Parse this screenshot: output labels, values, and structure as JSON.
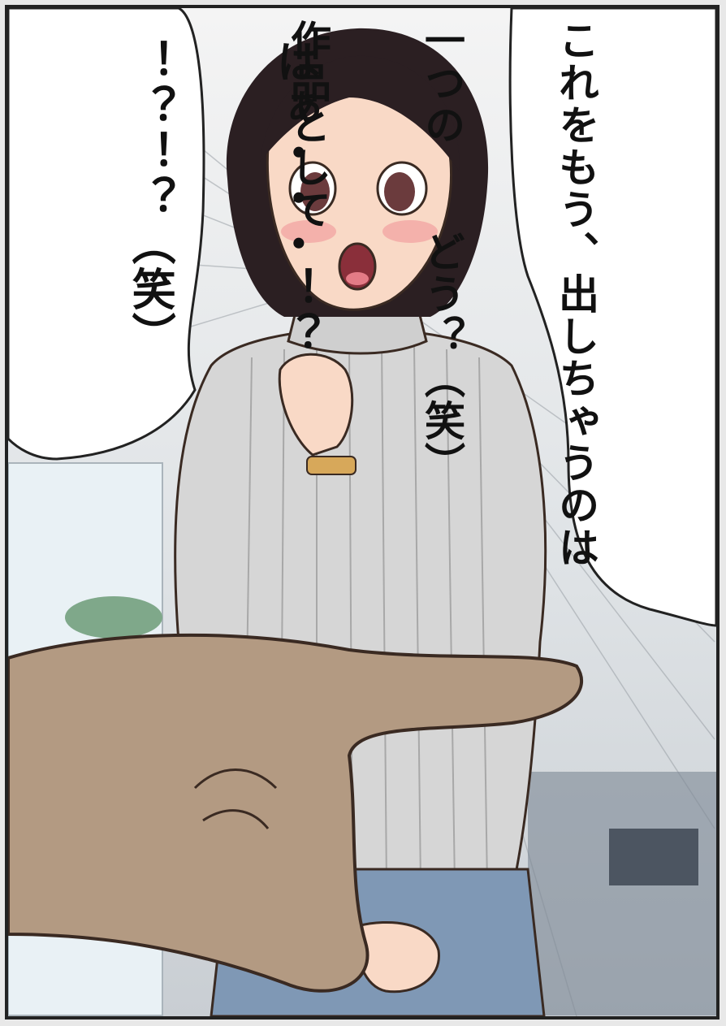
{
  "panel": {
    "speech_right": {
      "columns": [
        "これをもう、出しちゃうのは",
        "一つの　　どう？（笑）",
        "作品として"
      ]
    },
    "speech_left": {
      "columns": [
        "はぁ・・・！？",
        "！？！？（笑）"
      ]
    }
  },
  "colors": {
    "skin": "#f9d9c6",
    "hand": "#b39a82",
    "sweater": "#d6d6d6",
    "hair": "#2b1f22",
    "jeans": "#7f98b5",
    "outline": "#3a2a22"
  }
}
